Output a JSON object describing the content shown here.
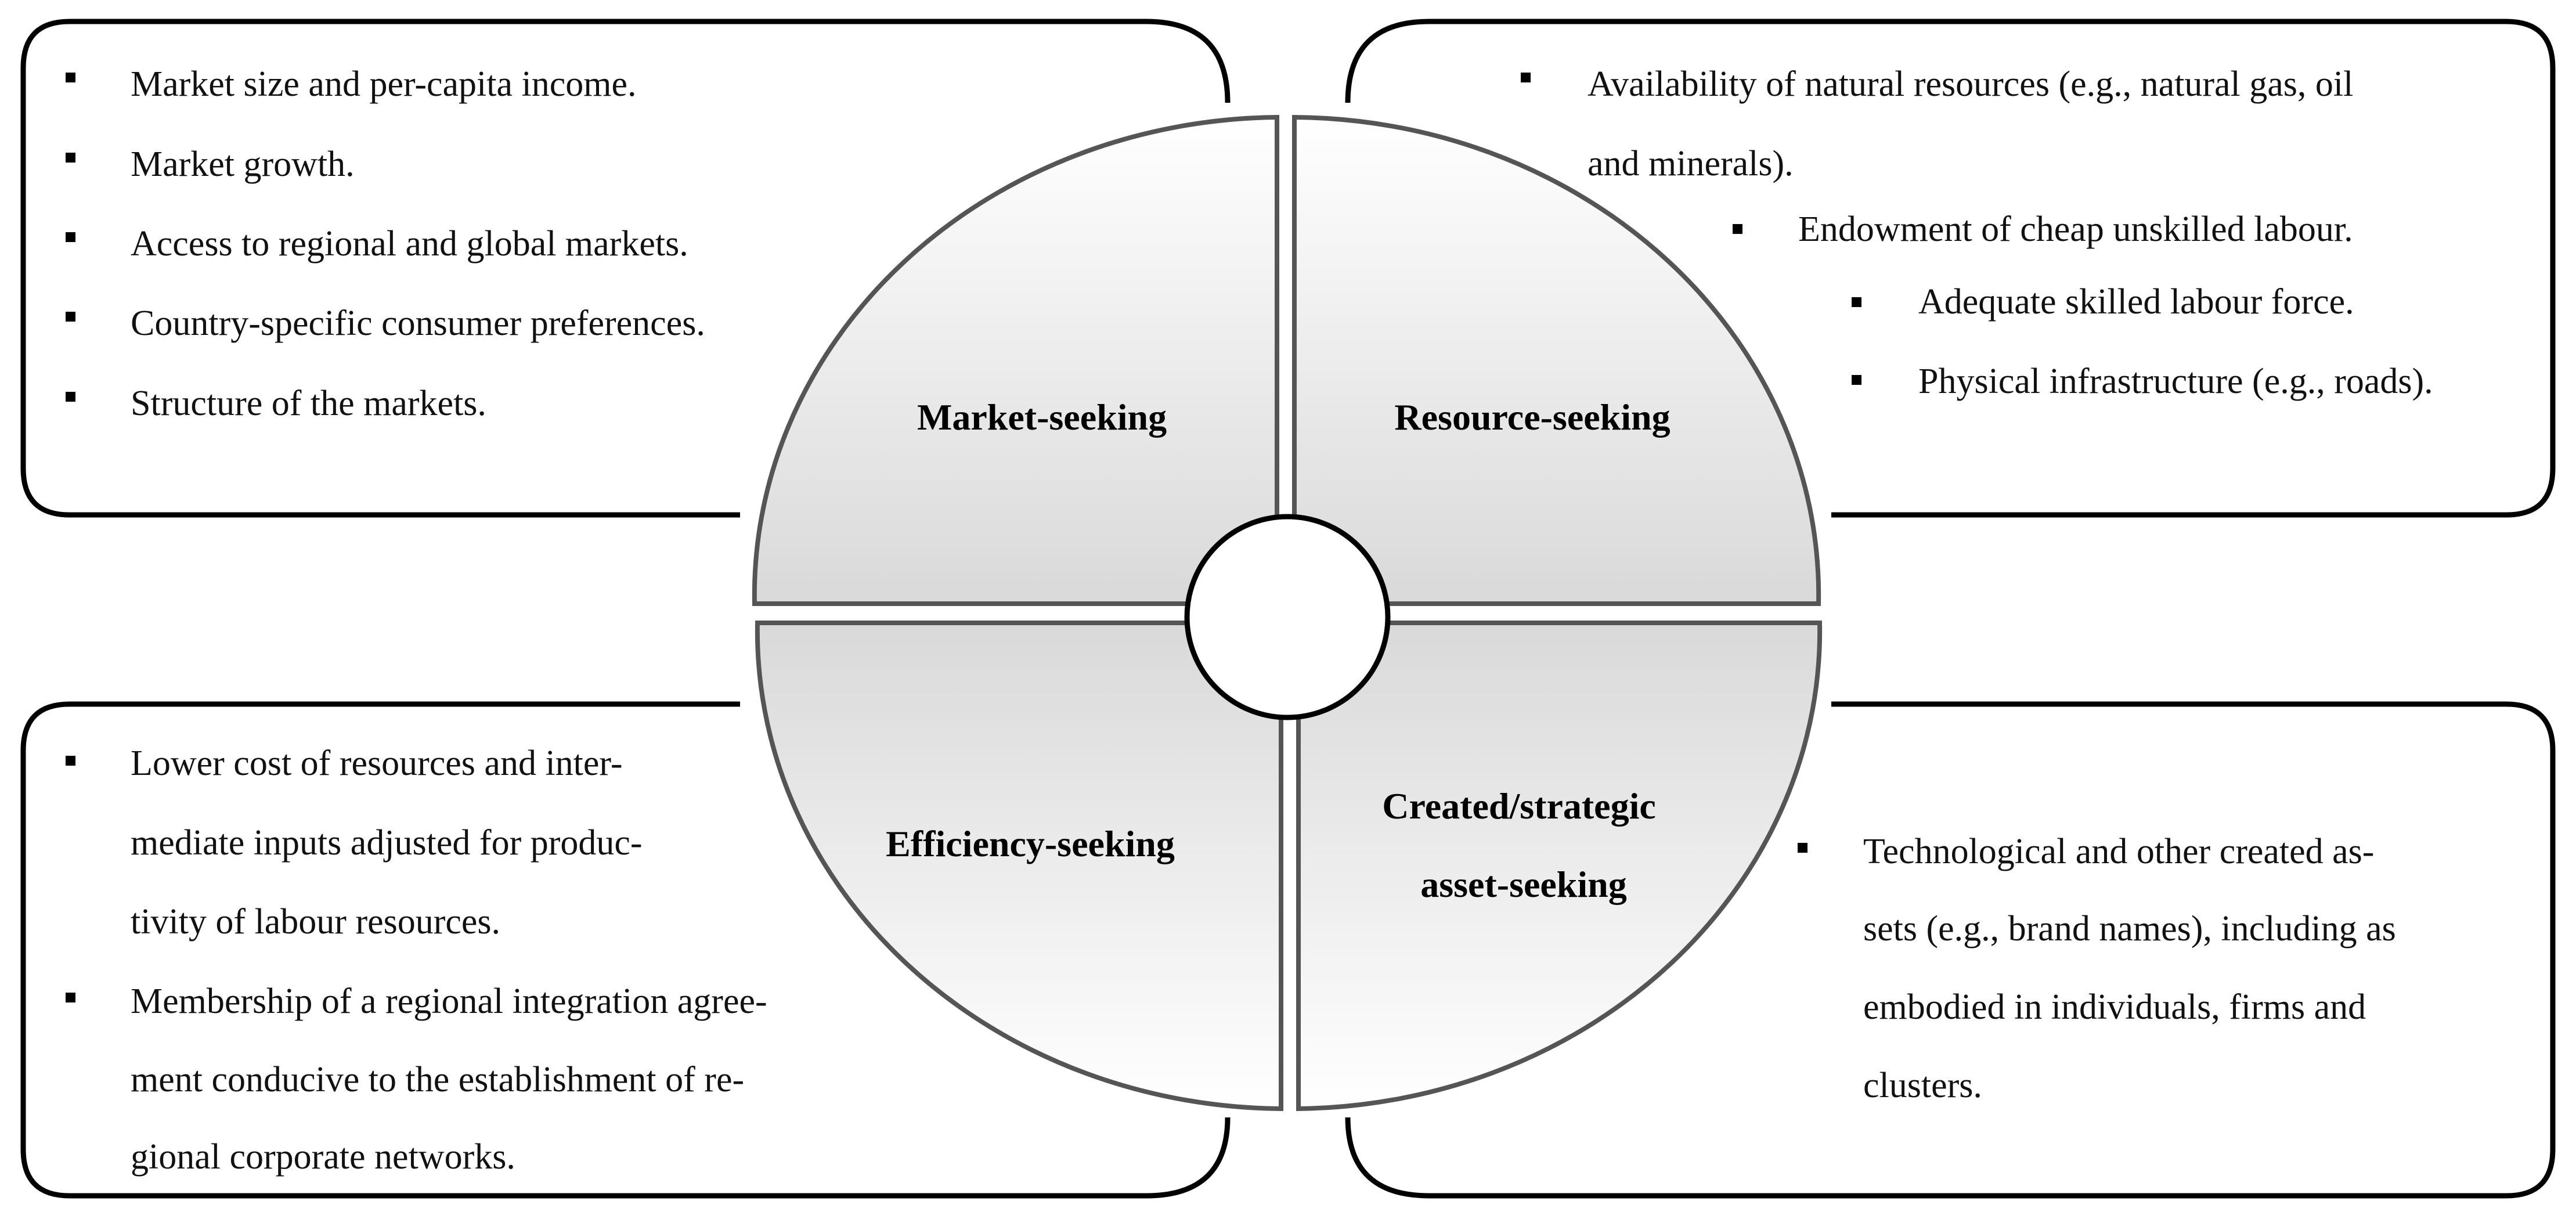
{
  "quadrants": {
    "market": {
      "label": [
        "Market-seeking"
      ],
      "bullets": [
        [
          "Market size and per-capita income."
        ],
        [
          "Market growth."
        ],
        [
          "Access to regional and global markets."
        ],
        [
          "Country-specific consumer preferences."
        ],
        [
          "Structure of the markets."
        ]
      ]
    },
    "resource": {
      "label": [
        "Resource-seeking"
      ],
      "bullets": [
        [
          "Availability of natural resources (e.g., natural gas, oil",
          "and minerals)."
        ],
        [
          "Endowment of cheap unskilled labour."
        ],
        [
          "Adequate skilled labour force."
        ],
        [
          "Physical infrastructure (e.g., roads)."
        ]
      ]
    },
    "efficiency": {
      "label": [
        "Efficiency-seeking"
      ],
      "bullets": [
        [
          "Lower cost of resources and inter-",
          "mediate inputs adjusted for produc-",
          "tivity of labour resources."
        ],
        [
          "Membership of a regional integration agree-",
          "ment conducive to the establishment of re-",
          "gional corporate networks."
        ]
      ]
    },
    "asset": {
      "label": [
        "Created/strategic",
        "asset-seeking"
      ],
      "bullets": [
        [
          "Technological and other created as-",
          "sets (e.g., brand names), including as",
          "embodied in individuals, firms and",
          "clusters."
        ]
      ]
    }
  },
  "colors": {
    "frame": "#000000",
    "quadrant_fill_top": "#ffffff",
    "quadrant_fill_bottom": "#d9d9d9",
    "quadrant_stroke": "#555555"
  }
}
